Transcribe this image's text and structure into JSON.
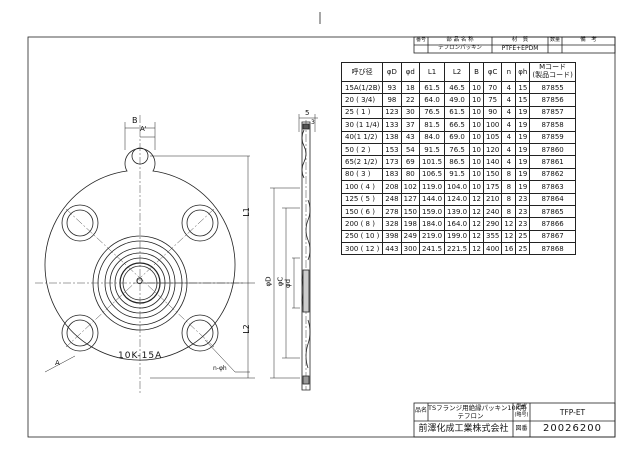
{
  "parts_header": {
    "col_no": "番号",
    "col_name": "部 品 名 称",
    "col_material": "材　質",
    "col_qty": "数量",
    "col_note": "備　考",
    "row_name": "テフロンパッキン",
    "row_material": "PTFE+EPDM"
  },
  "spec_table": {
    "headers": [
      "呼び径",
      "φD",
      "φd",
      "L1",
      "L2",
      "B",
      "φC",
      "n",
      "φh",
      "Mコード\n(製品コード)"
    ],
    "rows": [
      [
        "15A(1/2B)",
        "93",
        "18",
        "61.5",
        "46.5",
        "10",
        "70",
        "4",
        "15",
        "87855"
      ],
      [
        "20 ( 3/4)",
        "98",
        "22",
        "64.0",
        "49.0",
        "10",
        "75",
        "4",
        "15",
        "87856"
      ],
      [
        "25 ( 1 )",
        "123",
        "30",
        "76.5",
        "61.5",
        "10",
        "90",
        "4",
        "19",
        "87857"
      ],
      [
        "30 (1 1/4)",
        "133",
        "37",
        "81.5",
        "66.5",
        "10",
        "100",
        "4",
        "19",
        "87858"
      ],
      [
        "40(1 1/2)",
        "138",
        "43",
        "84.0",
        "69.0",
        "10",
        "105",
        "4",
        "19",
        "87859"
      ],
      [
        "50 ( 2 )",
        "153",
        "54",
        "91.5",
        "76.5",
        "10",
        "120",
        "4",
        "19",
        "87860"
      ],
      [
        "65(2 1/2)",
        "173",
        "69",
        "101.5",
        "86.5",
        "10",
        "140",
        "4",
        "19",
        "87861"
      ],
      [
        "80 ( 3 )",
        "183",
        "80",
        "106.5",
        "91.5",
        "10",
        "150",
        "8",
        "19",
        "87862"
      ],
      [
        "100 ( 4 )",
        "208",
        "102",
        "119.0",
        "104.0",
        "10",
        "175",
        "8",
        "19",
        "87863"
      ],
      [
        "125 ( 5 )",
        "248",
        "127",
        "144.0",
        "124.0",
        "12",
        "210",
        "8",
        "23",
        "87864"
      ],
      [
        "150 ( 6 )",
        "278",
        "150",
        "159.0",
        "139.0",
        "12",
        "240",
        "8",
        "23",
        "87865"
      ],
      [
        "200 ( 8 )",
        "328",
        "198",
        "184.0",
        "164.0",
        "12",
        "290",
        "12",
        "23",
        "87866"
      ],
      [
        "250 ( 10 )",
        "398",
        "249",
        "219.0",
        "199.0",
        "12",
        "355",
        "12",
        "25",
        "87867"
      ],
      [
        "300 ( 12 )",
        "443",
        "300",
        "241.5",
        "221.5",
        "12",
        "400",
        "16",
        "25",
        "87868"
      ]
    ]
  },
  "drawing": {
    "dim_B": "B",
    "dim_A_prime": "A'",
    "dim_L1": "L1",
    "dim_L2": "L2",
    "dim_phiD": "φD",
    "dim_phiC": "φC",
    "dim_phid": "φd",
    "center_O": "O",
    "dim_A": "A",
    "dim_5": "5",
    "dim_3": "3",
    "note_holes": "n-φh",
    "stamp": "10K-15A"
  },
  "title_block": {
    "name_label": "品名",
    "product_name_1": "TSフランジ用絶縁パッキン10K用",
    "product_name_2": "テフロン",
    "model_label_1": "型式",
    "model_label_2": "(略号)",
    "model": "TFP-ET",
    "company": "前澤化成工業株式会社",
    "drawing_no_label": "図番",
    "drawing_no": "20026200"
  }
}
